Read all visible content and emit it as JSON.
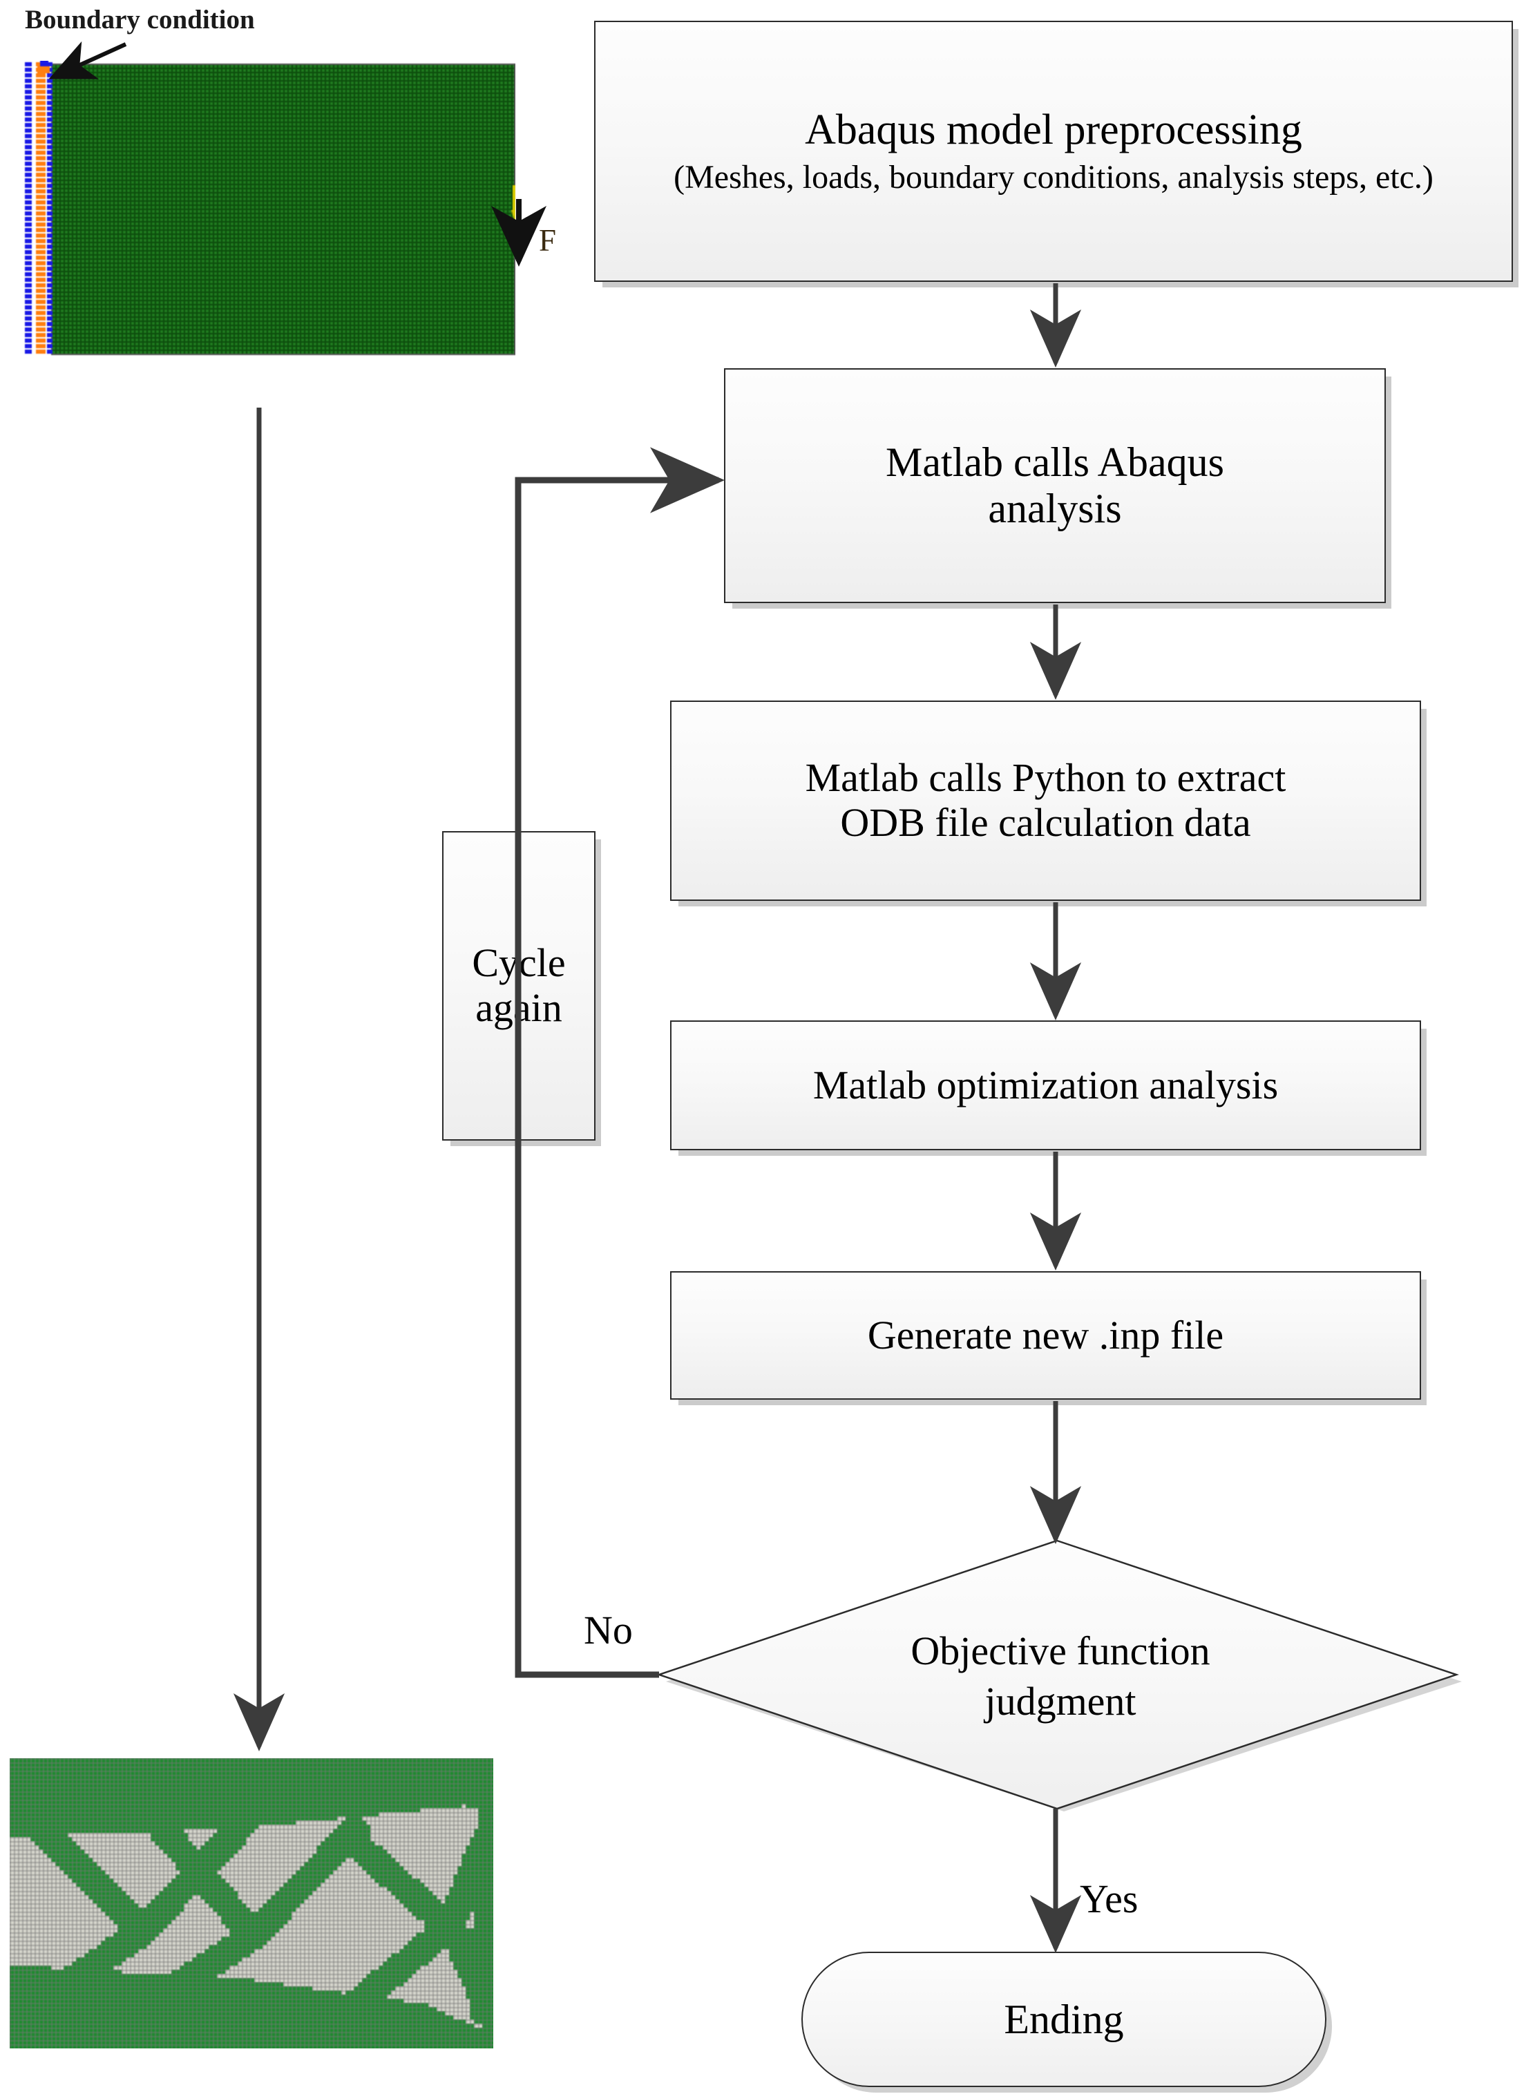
{
  "figure": {
    "type": "flowchart",
    "orientation": "vertical",
    "annotations": {
      "boundary_condition_label": "Boundary condition",
      "force_label": "F"
    }
  },
  "nodes": [
    {
      "id": "preprocessing",
      "shape": "process",
      "line1": "Abaqus model preprocessing",
      "line2": "(Meshes, loads, boundary conditions, analysis steps, etc.)"
    },
    {
      "id": "call-abaqus",
      "shape": "process",
      "line1": "Matlab calls Abaqus",
      "line2": "analysis"
    },
    {
      "id": "call-python",
      "shape": "process",
      "line1": "Matlab calls Python to extract",
      "line2": "ODB file calculation data"
    },
    {
      "id": "optimization",
      "shape": "process",
      "line1": "Matlab optimization analysis",
      "line2": ""
    },
    {
      "id": "generate-inp",
      "shape": "process",
      "line1": "Generate new .inp file",
      "line2": ""
    },
    {
      "id": "cycle-again",
      "shape": "process",
      "line1": "Cycle",
      "line2": "again"
    },
    {
      "id": "objective-judgment",
      "shape": "decision",
      "line1": "Objective function",
      "line2": "judgment"
    },
    {
      "id": "ending",
      "shape": "terminator",
      "line1": "Ending",
      "line2": ""
    }
  ],
  "edge_labels": {
    "no": "No",
    "yes": "Yes"
  },
  "images": {
    "initial_model": {
      "title": "Abaqus meshed design domain with boundary condition and load",
      "mesh_color": "#1f7a1f",
      "mesh_grid_color": "#0d4d0d",
      "boundary_marker_colors": [
        "#1a1ae6",
        "#ff7f11"
      ],
      "load_marker_color": "#d9cc00"
    },
    "optimized_result": {
      "title": "Optimized topology result",
      "solid_color": "#1f8a30",
      "void_color": "#d5d5cc"
    }
  },
  "colors": {
    "node_border": "#2b2b2b",
    "node_fill_top": "#fdfdfd",
    "node_fill_bottom": "#eeeeee",
    "connector": "#3c3c3c",
    "shadow": "#bdbdbd"
  }
}
